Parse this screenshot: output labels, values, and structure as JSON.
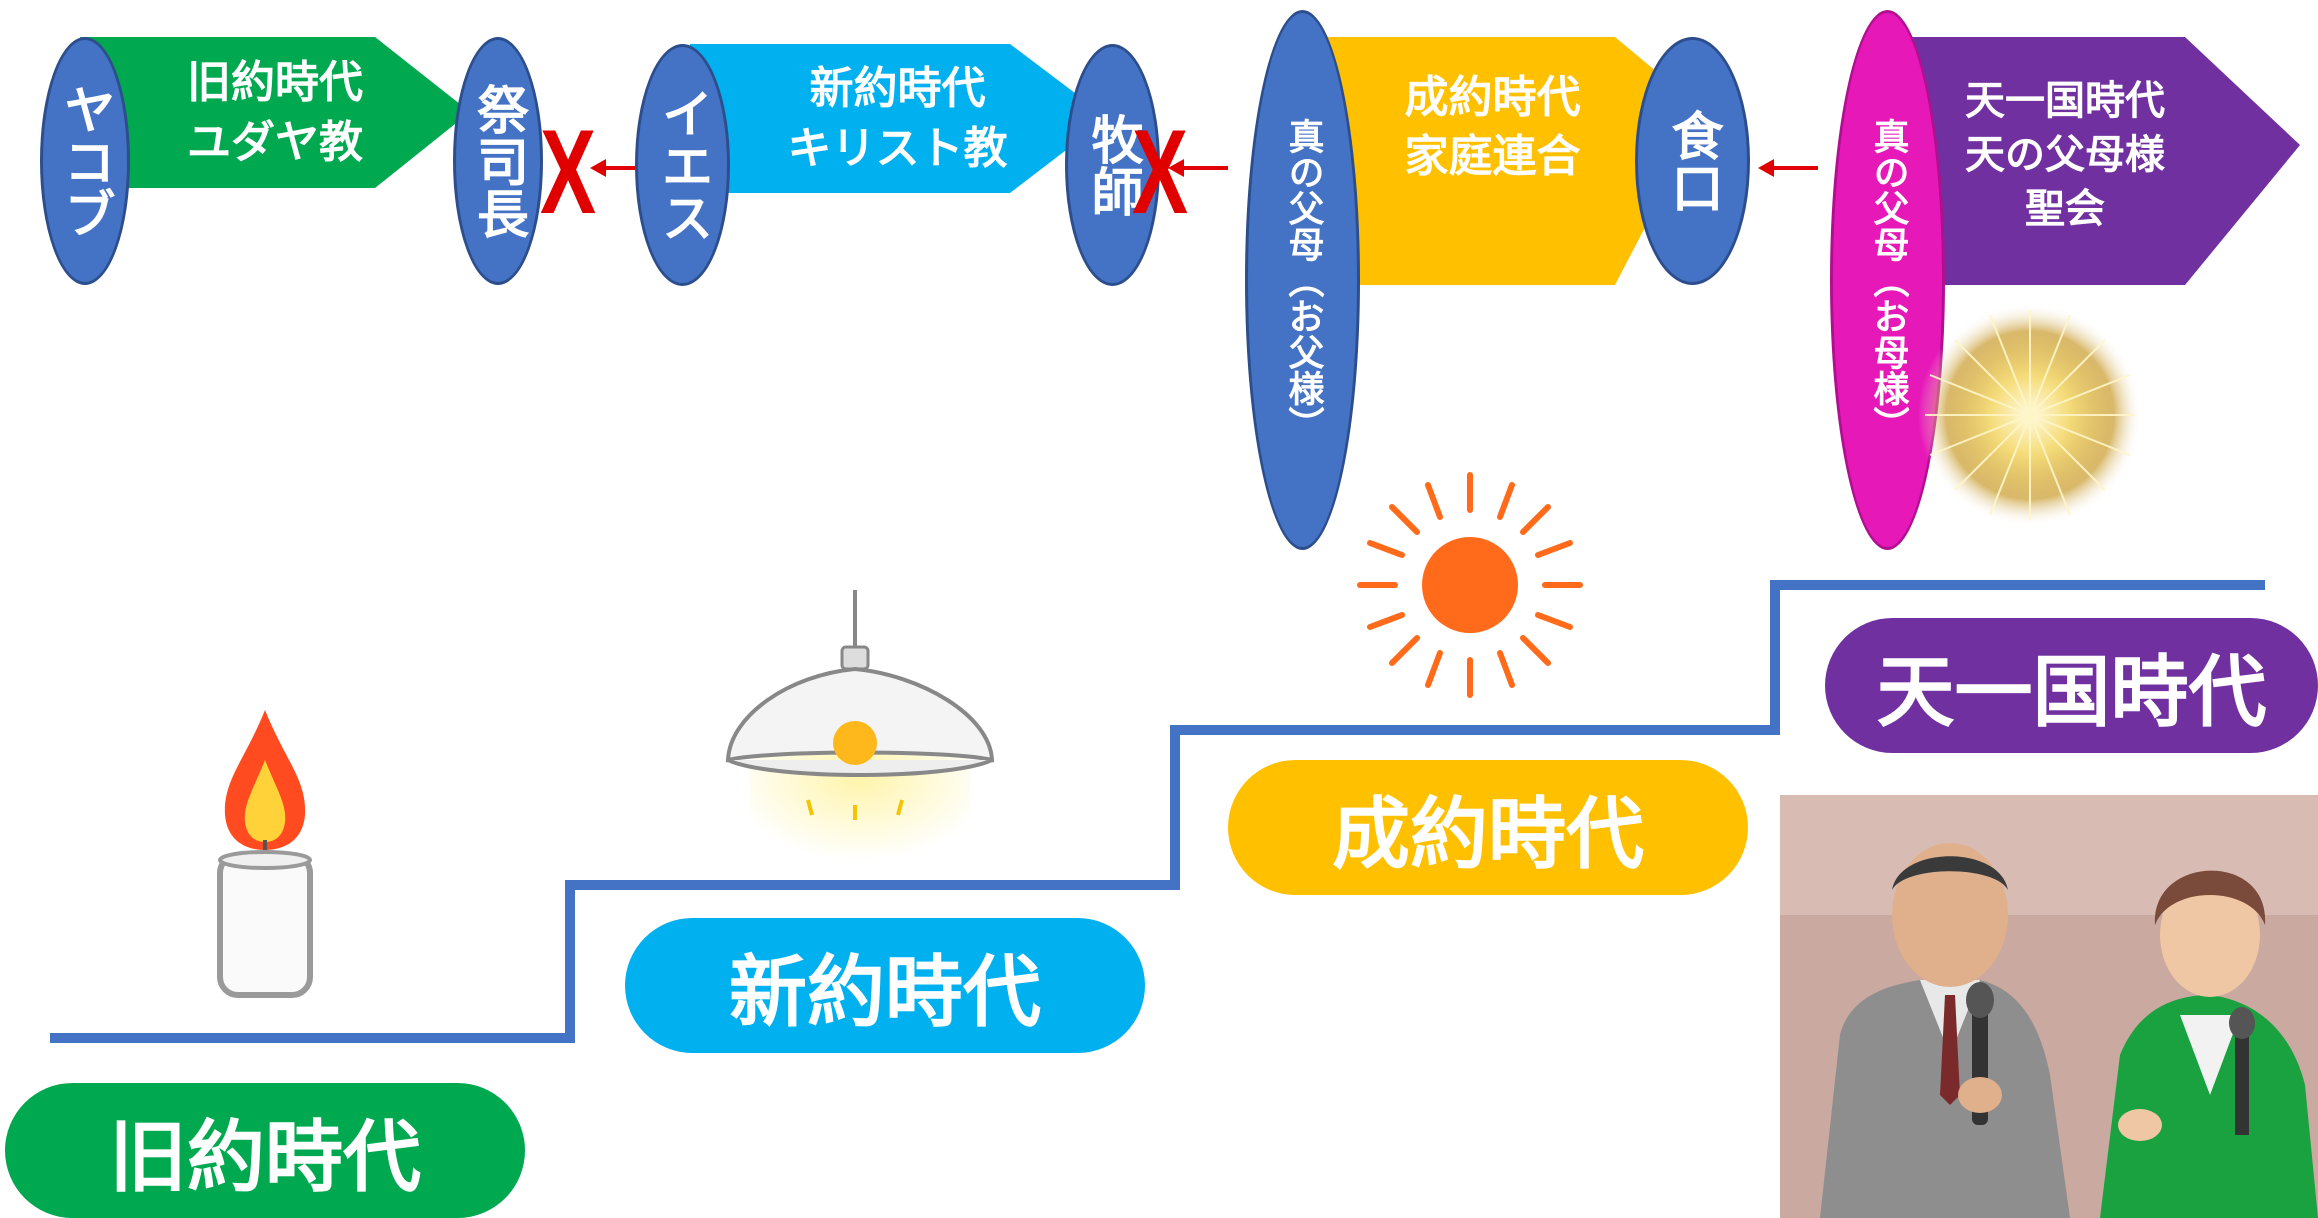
{
  "colors": {
    "old": "#00a84f",
    "new": "#00b0ef",
    "completed": "#ffc000",
    "cheonilguk": "#7030a0",
    "oval_blue": "#4472c4",
    "oval_magenta": "#e619b8",
    "stair": "#4472c4",
    "arrow": "#e00000"
  },
  "top_chain": {
    "stage1": {
      "oval": "ヤコブ",
      "lines": [
        "旧約時代",
        "ユダヤ教"
      ],
      "end_oval": "祭司長"
    },
    "stage2": {
      "oval": "イエス",
      "lines": [
        "新約時代",
        "キリスト教"
      ],
      "end_oval": "牧師"
    },
    "stage3": {
      "oval": "真の父母（お父様）",
      "lines": [
        "成約時代",
        "家庭連合"
      ],
      "end_oval": "食口"
    },
    "stage4": {
      "oval": "真の父母（お母様）",
      "lines": [
        "天一国時代",
        "天の父母様",
        "聖会"
      ]
    },
    "x_mark": "X"
  },
  "stairs": {
    "labels": [
      "旧約時代",
      "新約時代",
      "成約時代",
      "天一国時代"
    ],
    "icons": [
      "candle-icon",
      "lamp-icon",
      "sun-icon",
      "sparkle-burst-icon"
    ]
  }
}
